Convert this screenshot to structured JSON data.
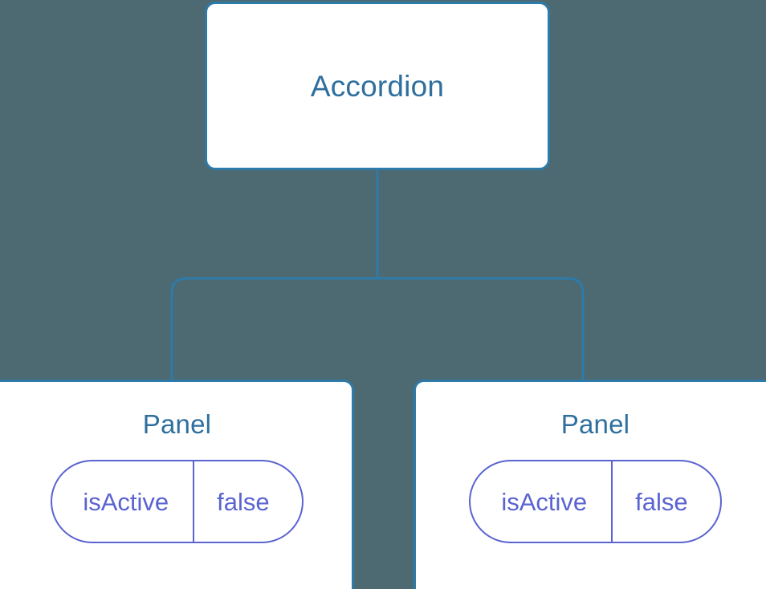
{
  "diagram": {
    "type": "component-tree",
    "background_color": "#4d6a72",
    "node_border_color": "#2e7aa8",
    "node_fill_color": "#ffffff",
    "edge_color": "#2e7aa8",
    "title_text_color": "#2e6f9e",
    "prop_accent_color": "#5a63d0",
    "root": {
      "id": "accordion",
      "label": "Accordion"
    },
    "children": [
      {
        "id": "panel-1",
        "label": "Panel",
        "props": [
          {
            "key": "isActive",
            "value": "false"
          }
        ]
      },
      {
        "id": "panel-2",
        "label": "Panel",
        "props": [
          {
            "key": "isActive",
            "value": "false"
          }
        ]
      }
    ]
  }
}
